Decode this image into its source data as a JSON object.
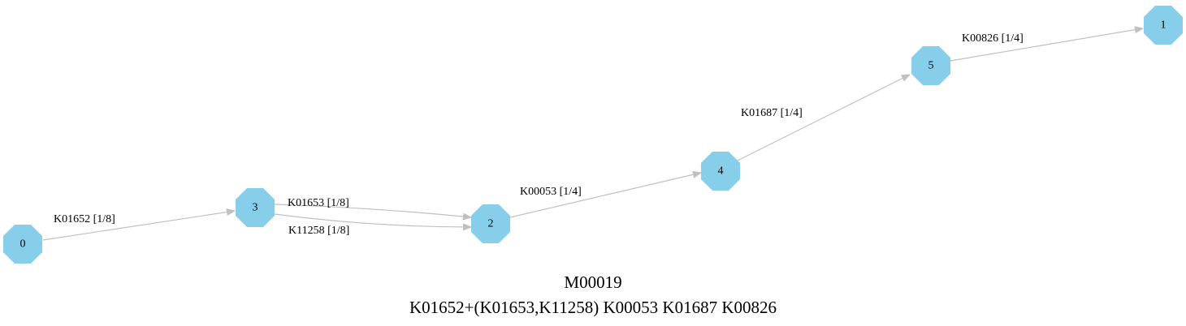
{
  "colors": {
    "node_fill": "#87ceeb",
    "edge": "#c0c0c0",
    "text": "#000000",
    "background": "#ffffff"
  },
  "graph": {
    "nodes": [
      {
        "id": "0",
        "label": "0"
      },
      {
        "id": "3",
        "label": "3"
      },
      {
        "id": "2",
        "label": "2"
      },
      {
        "id": "4",
        "label": "4"
      },
      {
        "id": "5",
        "label": "5"
      },
      {
        "id": "1",
        "label": "1"
      }
    ],
    "edges": [
      {
        "from": "0",
        "to": "3",
        "label": "K01652 [1/8]"
      },
      {
        "from": "3",
        "to": "2",
        "label": "K01653 [1/8]"
      },
      {
        "from": "3",
        "to": "2",
        "label": "K11258 [1/8]"
      },
      {
        "from": "2",
        "to": "4",
        "label": "K00053 [1/4]"
      },
      {
        "from": "4",
        "to": "5",
        "label": "K01687 [1/4]"
      },
      {
        "from": "5",
        "to": "1",
        "label": "K00826 [1/4]"
      }
    ],
    "caption": {
      "title": "M00019",
      "definition": "K01652+(K01653,K11258) K00053 K01687 K00826"
    }
  }
}
